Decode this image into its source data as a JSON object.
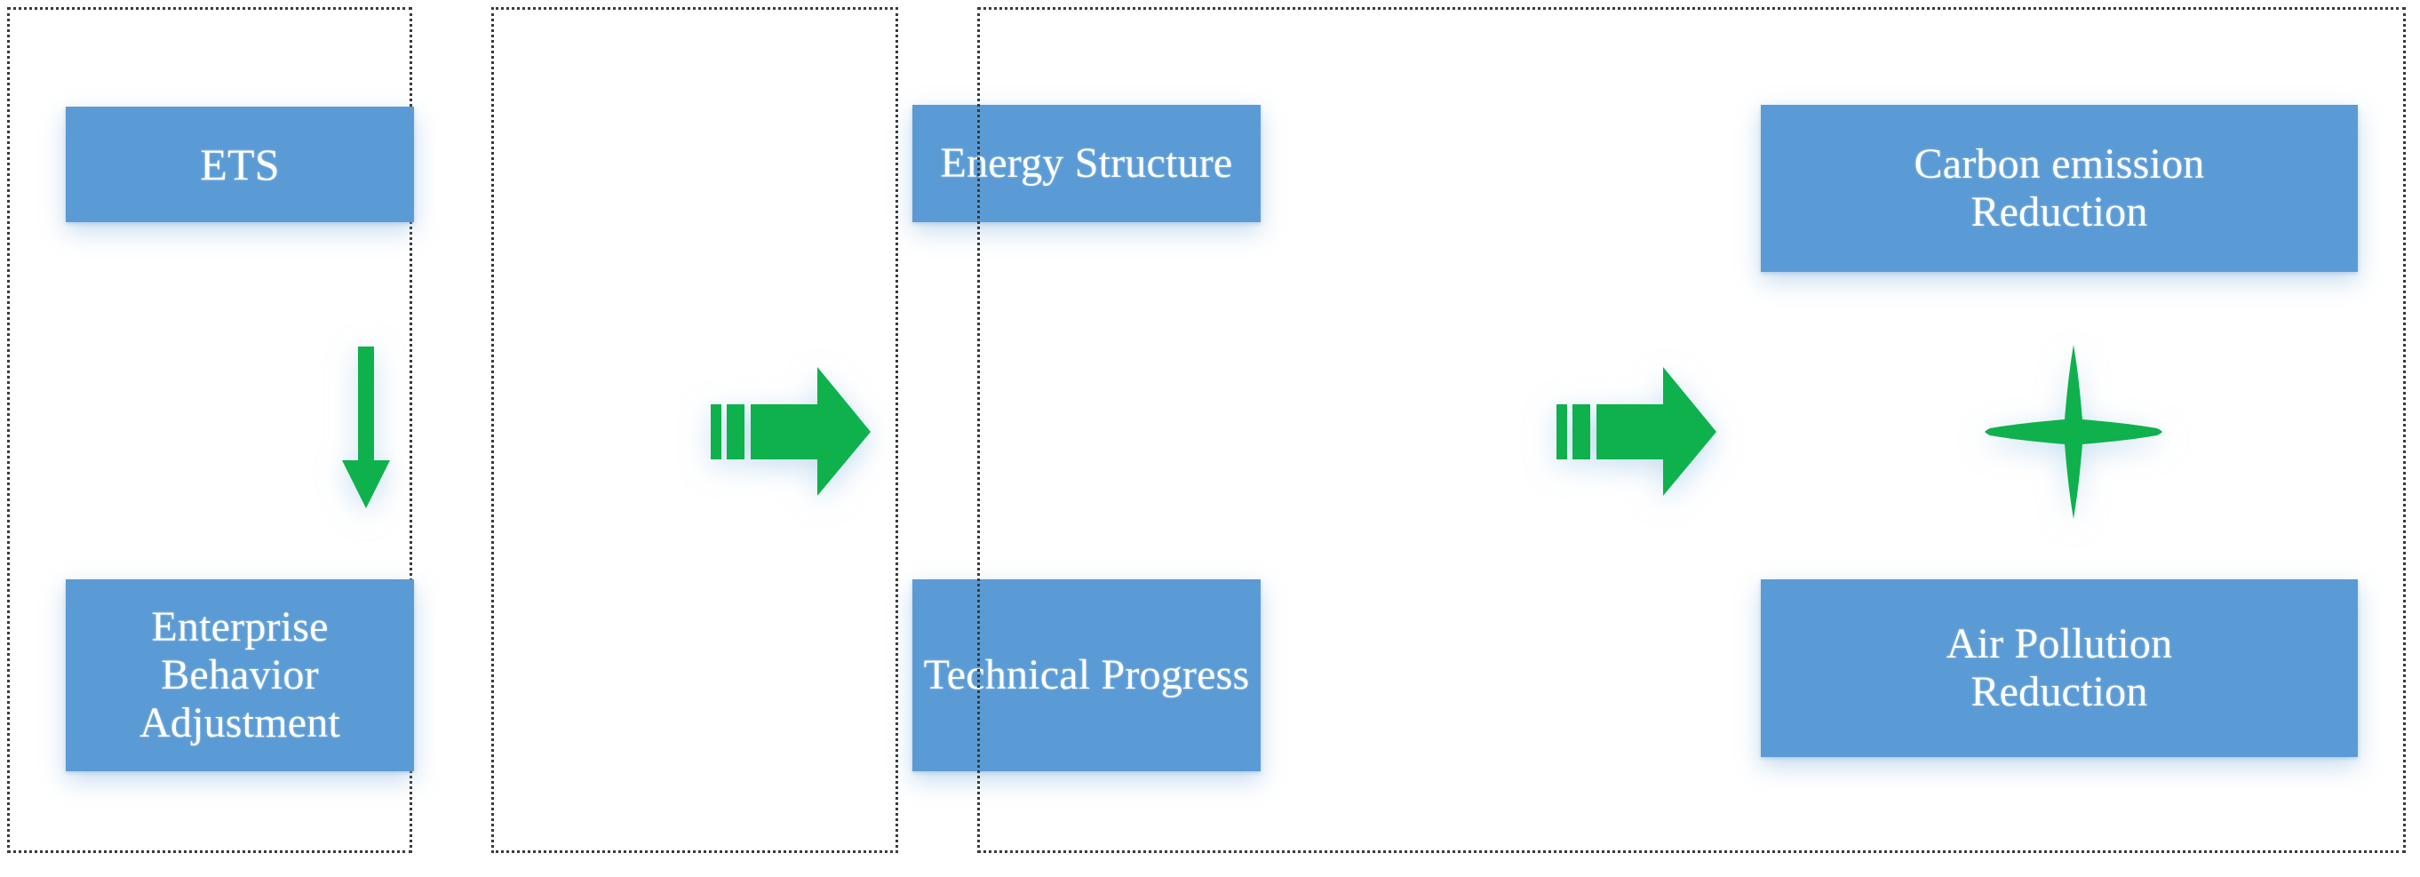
{
  "diagram": {
    "type": "flow-diagram",
    "title": "ETS transmission mechanism flow",
    "colors": {
      "box_fill": "#5B9BD5",
      "box_text": "#FFFFFF",
      "arrow_green": "#0FB14C",
      "panel_border": "#3A3A3A",
      "background": "#FFFFFF"
    },
    "panels": [
      {
        "id": "panel-policy",
        "name": "policy-stage",
        "boxes": [
          {
            "id": "box-ets",
            "label": "ETS"
          },
          {
            "id": "box-enterprise-behavior",
            "label": "Enterprise Behavior\nAdjustment",
            "line1": "Enterprise Behavior",
            "line2": "Adjustment"
          }
        ],
        "connector": {
          "id": "connector-down-arrow",
          "icon": "down-arrow-icon",
          "direction": "down"
        }
      },
      {
        "id": "panel-mechanism",
        "name": "mechanism-stage",
        "boxes": [
          {
            "id": "box-energy-structure",
            "label": "Energy Structure"
          },
          {
            "id": "box-technical-progress",
            "label": "Technical Progress"
          }
        ],
        "connector": null
      },
      {
        "id": "panel-outcome",
        "name": "outcome-stage",
        "boxes": [
          {
            "id": "box-carbon-emission-reduction",
            "label": "Carbon emission\nReduction",
            "line1": "Carbon emission",
            "line2": "Reduction"
          },
          {
            "id": "box-air-pollution-reduction",
            "label": "Air Pollution\nReduction",
            "line1": "Air Pollution",
            "line2": "Reduction"
          }
        ],
        "connector": {
          "id": "connector-plus-sign",
          "icon": "plus-icon",
          "direction": "none"
        }
      }
    ],
    "between_panel_arrows": [
      {
        "id": "arrow-policy-to-mechanism",
        "icon": "striped-right-arrow-icon",
        "direction": "right",
        "from": "panel-policy",
        "to": "panel-mechanism"
      },
      {
        "id": "arrow-mechanism-to-outcome",
        "icon": "striped-right-arrow-icon",
        "direction": "right",
        "from": "panel-mechanism",
        "to": "panel-outcome"
      }
    ]
  }
}
